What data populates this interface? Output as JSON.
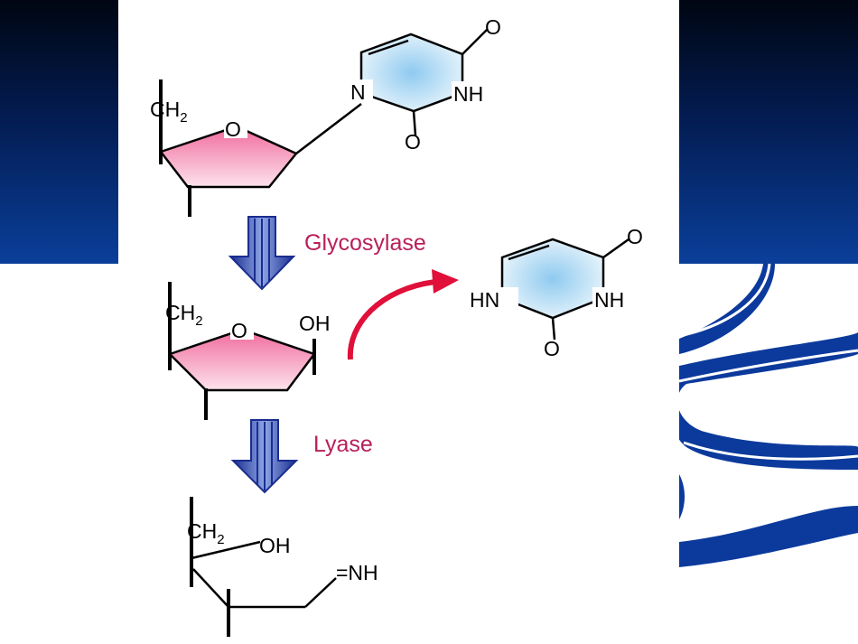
{
  "colors": {
    "background_dark": "#000c2a",
    "background_blue": "#0a3f9a",
    "ribbon_blue": "#0b3a9c",
    "sugar_pink": "#f48cb0",
    "base_blue": "#9fd2ee",
    "enzyme_label": "#b8205a",
    "transfer_arrow": "#e0103a",
    "step_arrow": "#1c2f9c"
  },
  "nucleoside": {
    "sugar_ch2": "CH",
    "sugar_ch2_sub": "2",
    "ring_oxygen": "O",
    "base_n1": "N",
    "base_nh": "NH",
    "carbonyl_top": "O",
    "carbonyl_bottom": "O"
  },
  "step1": {
    "enzyme": "Glycosylase"
  },
  "abasic_site": {
    "sugar_ch2": "CH",
    "sugar_ch2_sub": "2",
    "ring_oxygen": "O",
    "hydroxyl": "OH"
  },
  "free_base": {
    "n1": "HN",
    "n3": "NH",
    "carbonyl_top": "O",
    "carbonyl_bottom": "O"
  },
  "step2": {
    "enzyme": "Lyase"
  },
  "product": {
    "ch2": "CH",
    "ch2_sub": "2",
    "hydroxyl": "OH",
    "imine": "=NH"
  }
}
